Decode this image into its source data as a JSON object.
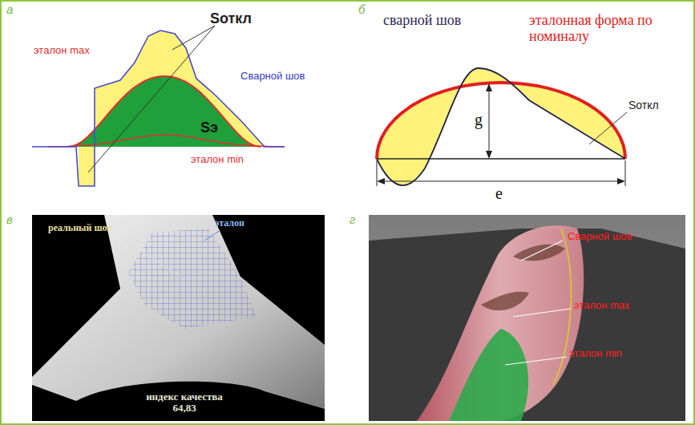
{
  "diagram": {
    "labels": [
      "а",
      "б",
      "в",
      "г",
      "эталон max",
      "Sоткл",
      "Сварной шов",
      "Sэ",
      "эталон min",
      "сварной шов",
      "эталонная форма по номиналу",
      "g",
      "e",
      "Sоткл",
      "реальный шов",
      "эталон",
      "индекс качества 64,83",
      "Сварной шов",
      "эталон max",
      "эталон min"
    ]
  }
}
